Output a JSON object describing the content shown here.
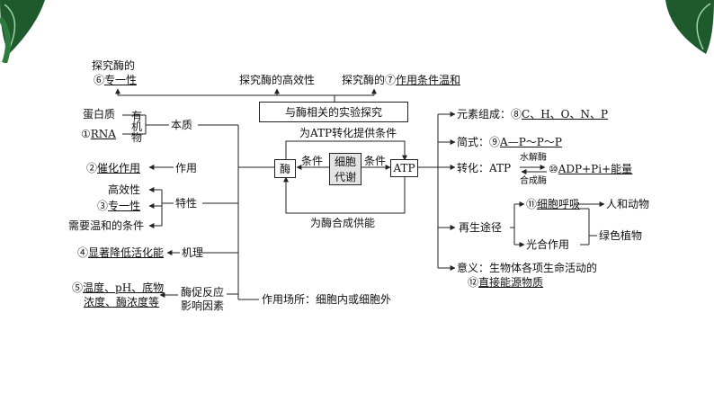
{
  "center": {
    "enzyme": "酶",
    "atp": "ATP",
    "metabolism_line1": "细胞",
    "metabolism_line2": "代谢",
    "condition_left": "条件",
    "condition_right": "条件",
    "top_label": "为ATP转化提供条件",
    "bottom_label": "为酶合成供能",
    "experiment_box": "与酶相关的实验探究"
  },
  "experiments": {
    "specificity_line1": "探究酶的",
    "specificity_num": "⑥",
    "specificity_ans": "专一性",
    "efficiency": "探究酶的高效性",
    "conditions_prefix": "探究酶的",
    "conditions_num": "⑦",
    "conditions_ans": "作用条件温和"
  },
  "enzyme_branches": {
    "essence_label": "本质",
    "protein": "蛋白质",
    "organic_1": "有",
    "organic_2": "机",
    "organic_3": "物",
    "rna_num": "①",
    "rna": "RNA",
    "function_label": "作用",
    "function_num": "②",
    "function_ans": "催化作用",
    "property_label": "特性",
    "property_efficiency": "高效性",
    "property_num": "③",
    "property_specificity": "专一性",
    "property_mild": "需要温和的条件",
    "mechanism_label": "机理",
    "mechanism_num": "④",
    "mechanism_ans": "显著降低活化能",
    "factor_label_1": "酶促反应",
    "factor_label_2": "影响因素",
    "factor_num": "⑤",
    "factor_ans_1": "温度、pH、底物",
    "factor_ans_2": "浓度、酶浓度等",
    "site": "作用场所：细胞内或细胞外"
  },
  "atp_branches": {
    "composition_label": "元素组成：",
    "composition_num": "⑧",
    "composition_ans": "C、H、O、N、P",
    "formula_label": "简式：",
    "formula_num": "⑨",
    "formula_ans": "A—P～P～P",
    "conversion_label": "转化：ATP",
    "hydrolase": "水解酶",
    "synthase": "合成酶",
    "conversion_num": "⑩",
    "conversion_ans": "ADP+Pi+能量",
    "regen_label": "再生途径",
    "regen_num": "⑪",
    "respiration": "细胞呼吸",
    "photosynthesis": "光合作用",
    "humans_animals": "人和动物",
    "green_plants": "绿色植物",
    "meaning_line1": "意义：生物体各项生命活动的",
    "meaning_num": "⑫",
    "meaning_ans": "直接能源物质"
  },
  "colors": {
    "line": "#222222",
    "leaf_dark": "#1f5a2c",
    "leaf_light": "#3f8f4c"
  }
}
